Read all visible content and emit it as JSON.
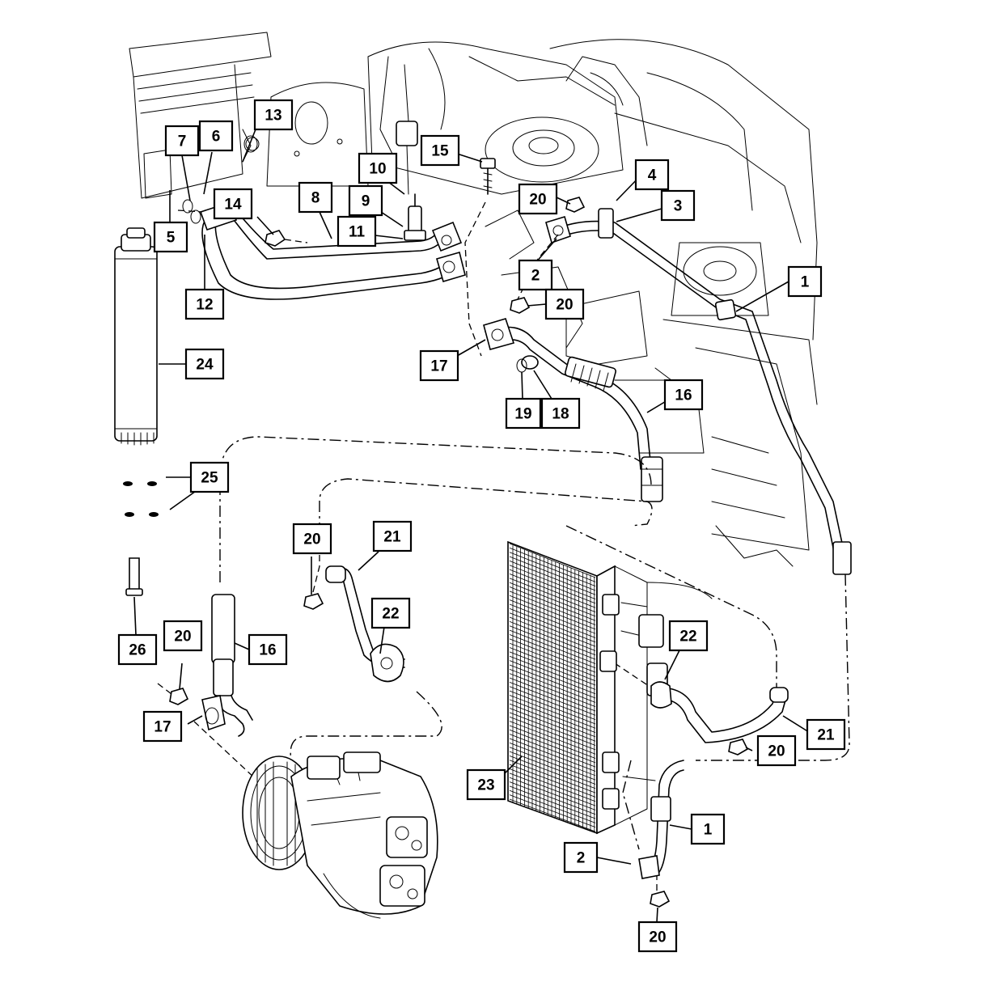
{
  "callouts": [
    {
      "label": "1"
    },
    {
      "label": "1"
    },
    {
      "label": "2"
    },
    {
      "label": "2"
    },
    {
      "label": "3"
    },
    {
      "label": "4"
    },
    {
      "label": "5"
    },
    {
      "label": "6"
    },
    {
      "label": "7"
    },
    {
      "label": "8"
    },
    {
      "label": "9"
    },
    {
      "label": "10"
    },
    {
      "label": "11"
    },
    {
      "label": "12"
    },
    {
      "label": "13"
    },
    {
      "label": "14"
    },
    {
      "label": "15"
    },
    {
      "label": "16"
    },
    {
      "label": "16"
    },
    {
      "label": "17"
    },
    {
      "label": "17"
    },
    {
      "label": "18"
    },
    {
      "label": "19"
    },
    {
      "label": "20"
    },
    {
      "label": "20"
    },
    {
      "label": "20"
    },
    {
      "label": "20"
    },
    {
      "label": "20"
    },
    {
      "label": "20"
    },
    {
      "label": "21"
    },
    {
      "label": "21"
    },
    {
      "label": "22"
    },
    {
      "label": "22"
    },
    {
      "label": "23"
    },
    {
      "label": "24"
    },
    {
      "label": "25"
    },
    {
      "label": "26"
    }
  ]
}
